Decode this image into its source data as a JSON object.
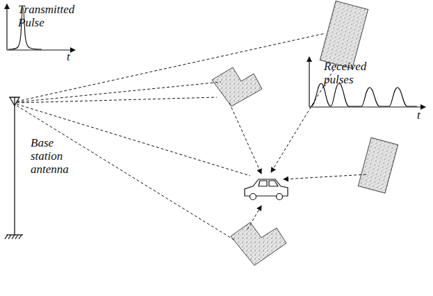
{
  "diagram": {
    "labels": [
      "Transmitted Pulse",
      "t",
      "Base station antenna",
      "Received pulses",
      "t"
    ]
  }
}
